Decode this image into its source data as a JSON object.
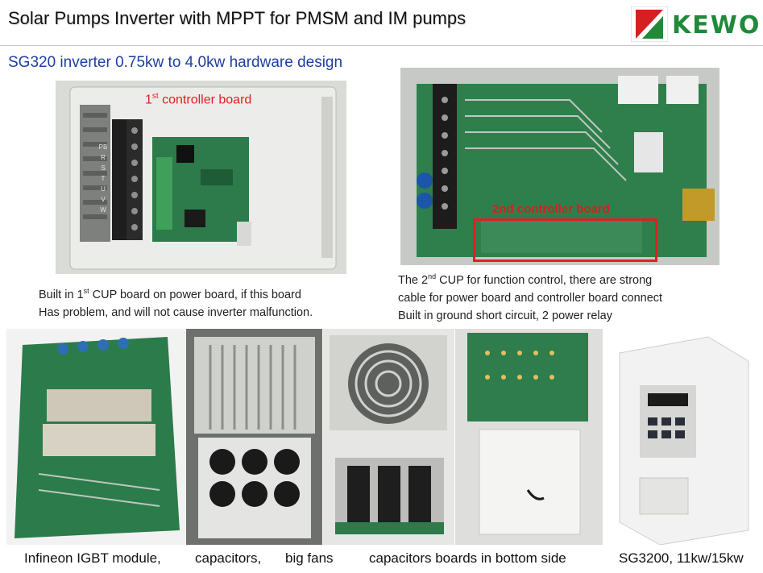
{
  "header": {
    "title": "Solar Pumps Inverter with MPPT for PMSM and IM pumps",
    "brand": "KEWO",
    "brand_color": "#1f8a3a",
    "brand_mark_color": "#d42020"
  },
  "subtitle": "SG320 inverter 0.75kw to 4.0kw hardware  design",
  "top_left": {
    "board_label_prefix": "1",
    "board_label_sup": "st",
    "board_label_suffix": " controller board",
    "terminal_labels": [
      "PB",
      "R",
      "S",
      "T",
      "U",
      "V",
      "W"
    ],
    "caption_line1_prefix": "Built in 1",
    "caption_line1_sup": "st",
    "caption_line1_suffix": " CUP board on power board, if this board",
    "caption_line2": "Has problem, and will not cause inverter malfunction."
  },
  "top_right": {
    "board_label": "2nd controller board",
    "highlight_color": "#e02020",
    "caption_line1_prefix": "The 2",
    "caption_line1_sup": "nd",
    "caption_line1_suffix": " CUP for function control, there are strong",
    "caption_line2": "cable for power board and controller board connect",
    "caption_line3": "Built in ground short circuit, 2 power relay"
  },
  "bottom_captions": {
    "igbt": "Infineon IGBT module,",
    "capacitors": "capacitors,",
    "fans": "big fans",
    "cap_boards": "capacitors boards in bottom side",
    "model": "SG3200, 11kw/15kw"
  }
}
